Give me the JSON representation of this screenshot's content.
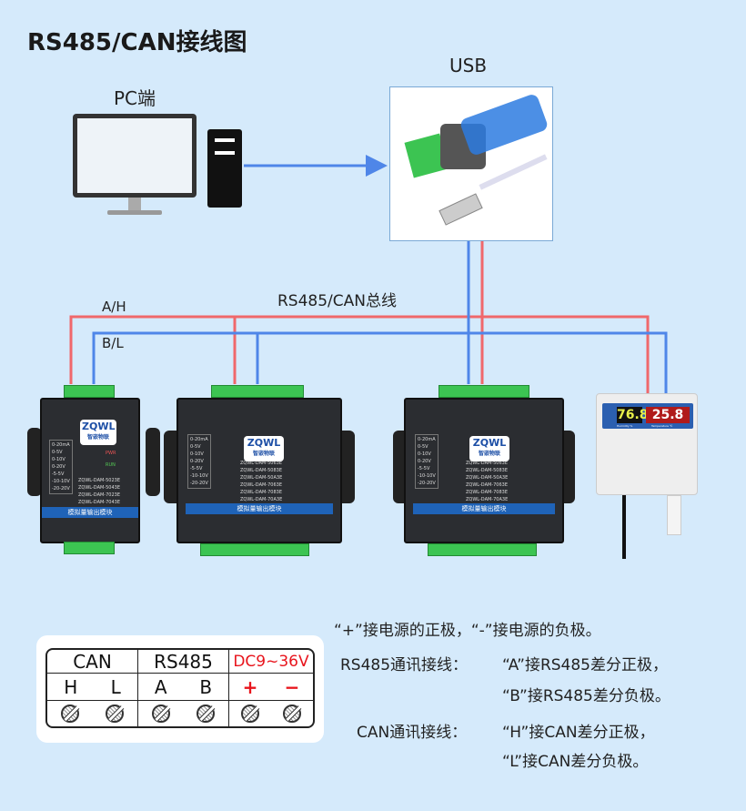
{
  "title": "RS485/CAN接线图",
  "labels": {
    "pc": "PC端",
    "usb": "USB",
    "bus": "RS485/CAN总线",
    "a_h": "A/H",
    "b_l": "B/L"
  },
  "colors": {
    "wire_a": "#f0686b",
    "wire_b": "#4f86e8",
    "background": "#d5eafb",
    "power_red": "#e8141c"
  },
  "device_small": {
    "logo": "ZQWL",
    "logo_sub": "智嵌物联",
    "pwr": "PWR",
    "run": "RUN",
    "banner": "模拟量输出模块",
    "ranges": [
      "0-20mA",
      "0-5V",
      "0-10V",
      "0-20V",
      "-5-5V",
      "-10-10V",
      "-20-20V"
    ],
    "models": [
      "ZQWL-DAM-5023E",
      "ZQWL-DAM-5043E",
      "ZQWL-DAM-7023E",
      "ZQWL-DAM-7043E"
    ]
  },
  "device_large": {
    "logo": "ZQWL",
    "logo_sub": "智嵌物联",
    "banner": "模拟量输出模块",
    "ranges": [
      "0-20mA",
      "0-5V",
      "0-10V",
      "0-20V",
      "-5-5V",
      "-10-10V",
      "-20-20V"
    ],
    "models": [
      "ZQWL-DAM-5063E",
      "ZQWL-DAM-5083E",
      "ZQWL-DAM-50A3E",
      "ZQWL-DAM-7063E",
      "ZQWL-DAM-7083E",
      "ZQWL-DAM-70A3E"
    ]
  },
  "sensor": {
    "humidity": "76.8",
    "temperature": "25.8",
    "humidity_label": "Humidity %",
    "temperature_label": "Temperature ℃"
  },
  "terminal_table": {
    "groups": [
      "CAN",
      "RS485",
      "DC9~36V"
    ],
    "pins": [
      "H",
      "L",
      "A",
      "B",
      "+",
      "−"
    ]
  },
  "notes": [
    "“+”接电源的正极，“-”接电源的负极。",
    "RS485通讯接线：",
    "“A”接RS485差分正极，",
    "“B”接RS485差分负极。",
    "CAN通讯接线：",
    "“H”接CAN差分正极，",
    "“L”接CAN差分负极。"
  ]
}
